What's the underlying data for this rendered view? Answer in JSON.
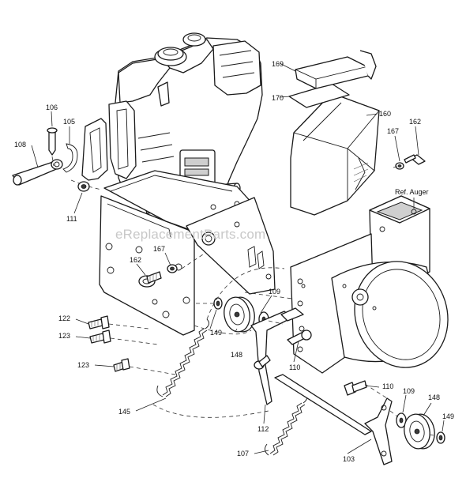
{
  "watermark": "eReplacementParts.com",
  "callouts": {
    "c106": "106",
    "c105": "105",
    "c108": "108",
    "c111": "111",
    "c169": "169",
    "c170": "170",
    "c160": "160",
    "c167a": "167",
    "c162a": "162",
    "c_ref_auger": "Ref. Auger",
    "c167b": "167",
    "c162b": "162",
    "c109a": "109",
    "c149a": "149",
    "c148a": "148",
    "c110a": "110",
    "c122": "122",
    "c123a": "123",
    "c123b": "123",
    "c145": "145",
    "c112": "112",
    "c107": "107",
    "c103": "103",
    "c110b": "110",
    "c109b": "109",
    "c148b": "148",
    "c149b": "149"
  }
}
